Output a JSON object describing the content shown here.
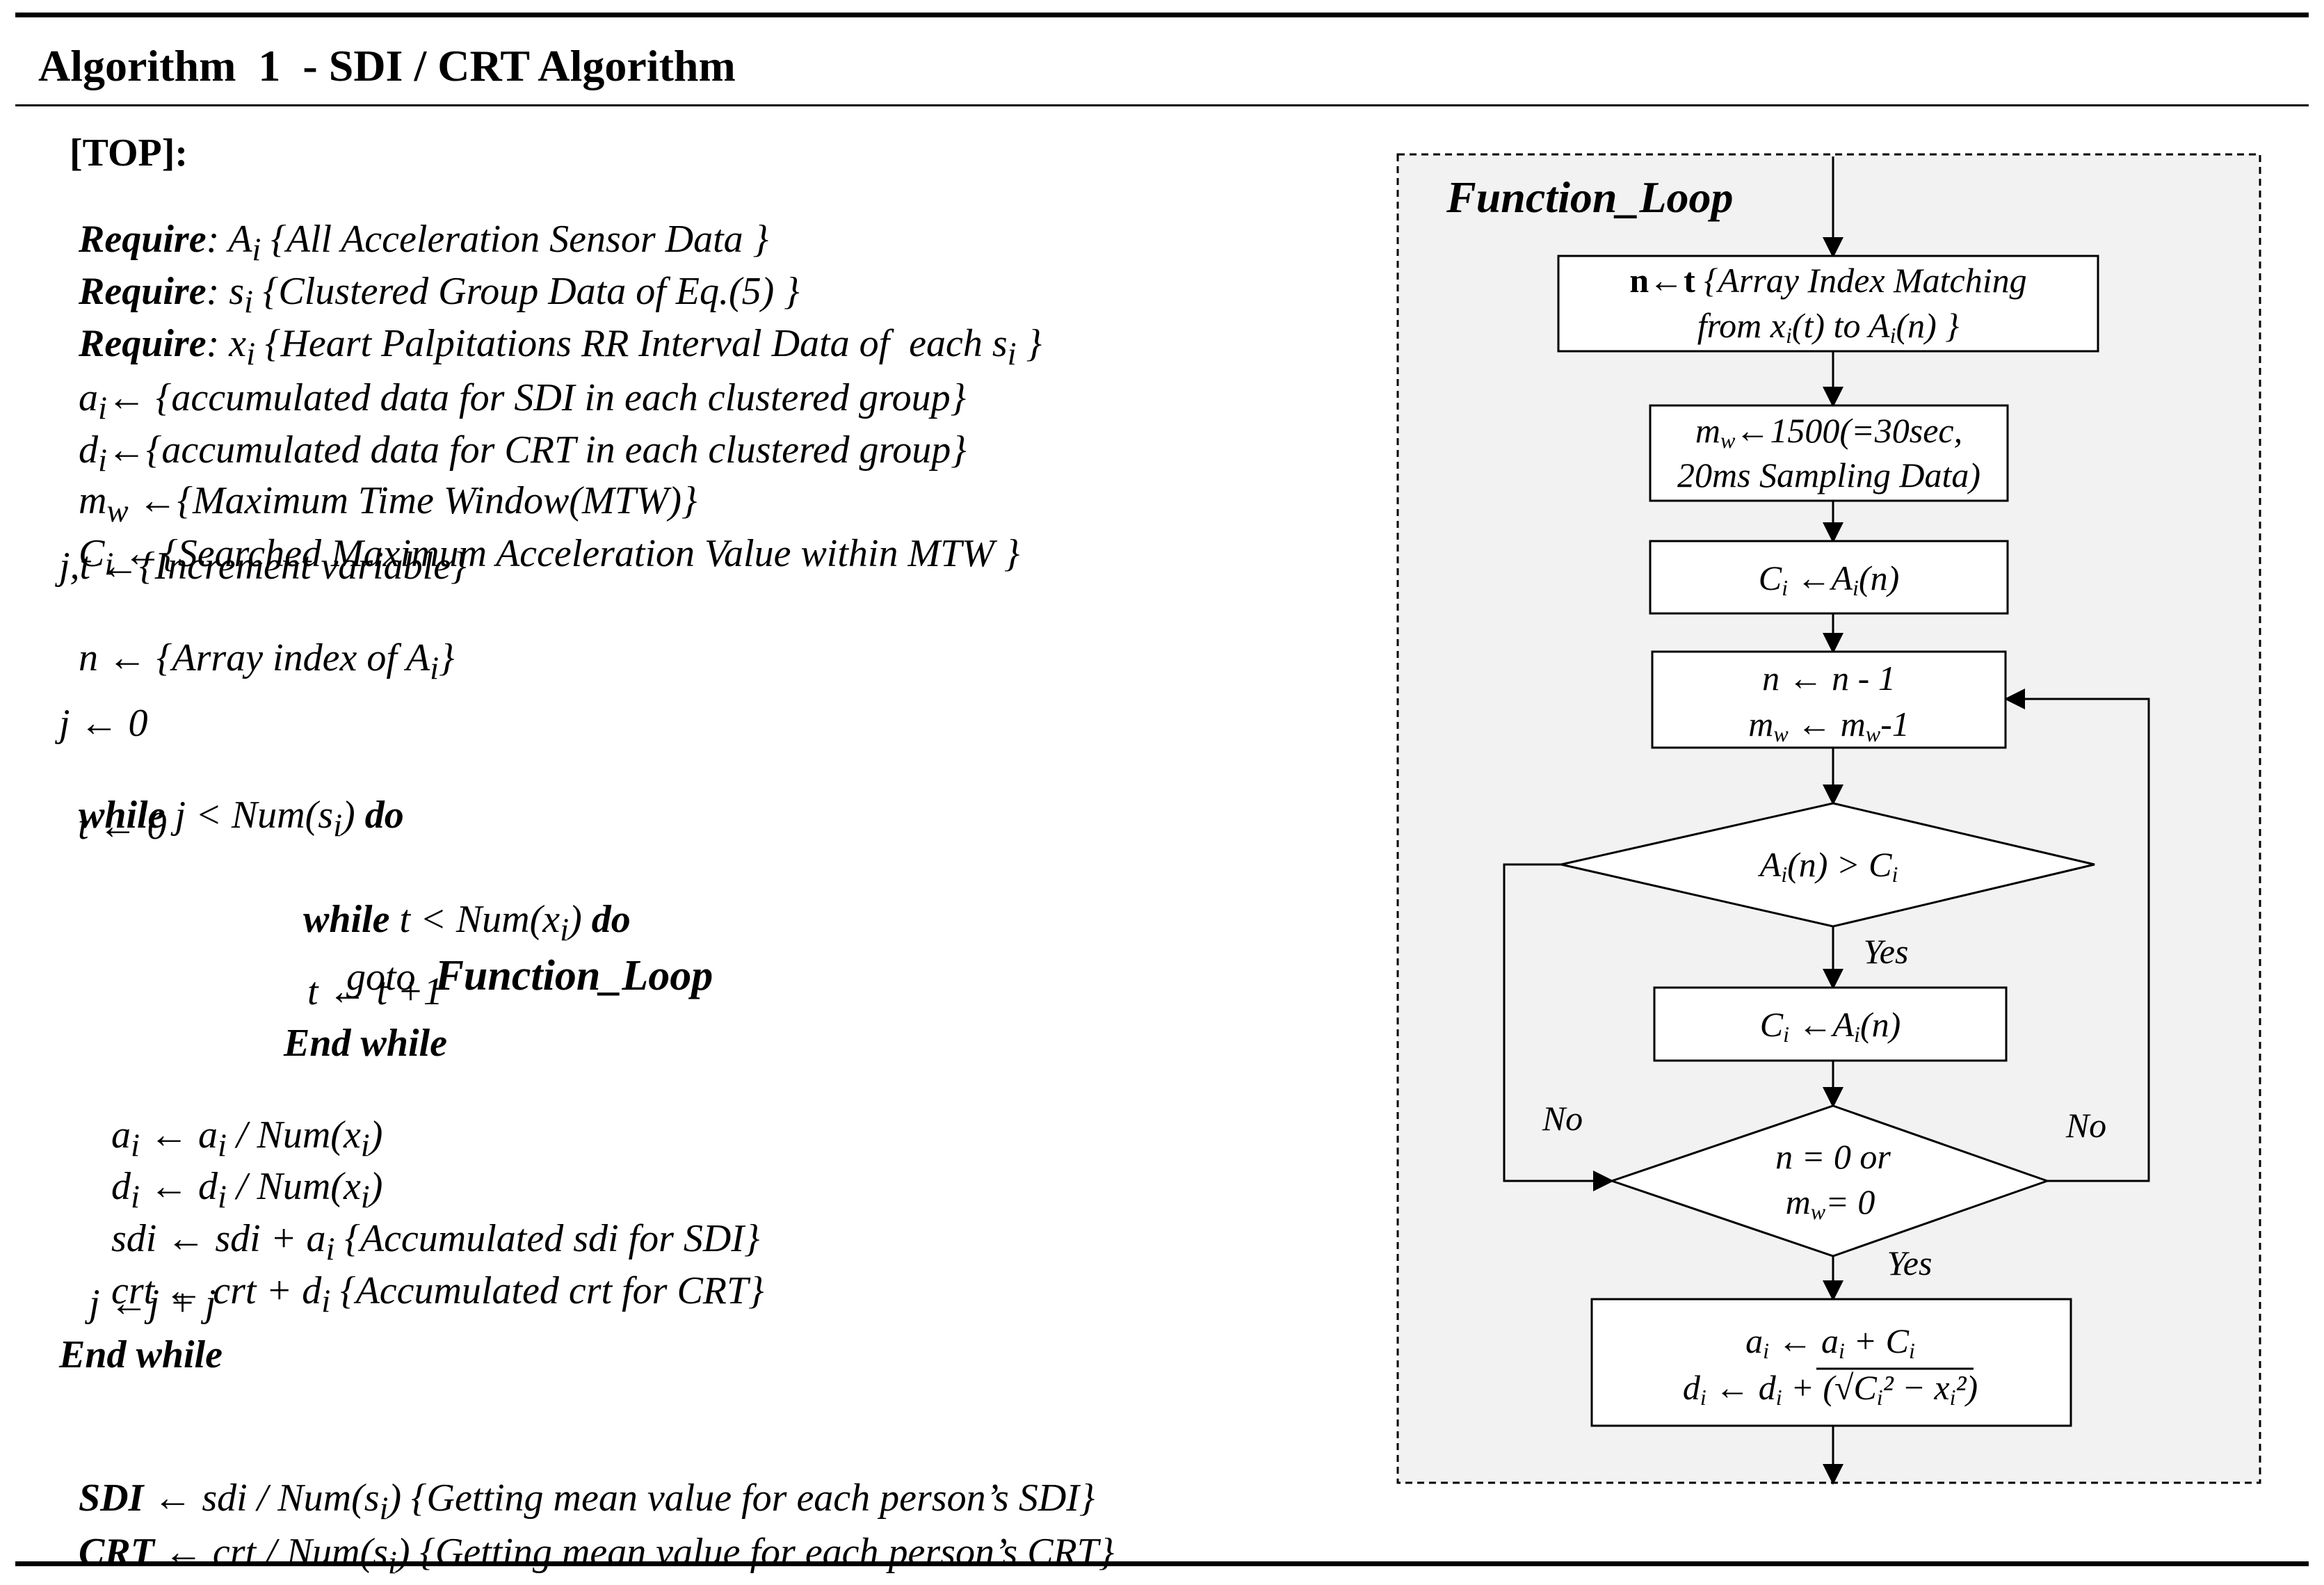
{
  "header": {
    "title": "Algorithm  1  - SDI / CRT Algorithm"
  },
  "algorithm": {
    "top_label": "[TOP]:",
    "require_kw": "Require",
    "require_1": ": A",
    "require_1_sub": "i",
    "require_1_desc": " {All Acceleration Sensor Data }",
    "require_2": ": s",
    "require_2_sub": "i",
    "require_2_desc": " {Clustered Group Data of Eq.(5) }",
    "require_3": ": x",
    "require_3_sub": "i",
    "require_3_desc": " {Heart Palpitations RR Interval Data of  each s",
    "require_3_sub2": "i",
    "require_3_end": " }",
    "def_a": "a",
    "def_a_desc": "← {accumulated data for SDI in each clustered group}",
    "def_d": "d",
    "def_d_desc": "←{accumulated data for CRT in each clustered group}",
    "def_m": "m",
    "def_m_sub": "w",
    "def_m_desc": " ←{Maximum Time Window(MTW)}",
    "def_c": "C",
    "def_c_desc": " ←{Searched Maximum Acceleration Value within MTW }",
    "def_jt": "j,t ←{Increment variable}",
    "def_n": "n ← {Array index of A",
    "def_n_end": "}",
    "j_init": "j ← 0",
    "while_kw": "while",
    "do_kw": " do",
    "while1_cond": " j < Num(s",
    "while1_end": ")",
    "t_init": "t ← 0",
    "while2_cond": " t < Num(x",
    "while2_end": ")",
    "goto_kw": "goto  ",
    "goto_target": "Function_Loop",
    "t_inc": "t ← t +1",
    "end_while": "End while",
    "a_update": "a",
    "a_update_mid": " ← a",
    "a_update_end": " / Num(x",
    "d_update": "d",
    "d_update_mid": " ← d",
    "d_update_end": " / Num(x",
    "close_paren": ")",
    "sdi_line": "sdi ← sdi + a",
    "sdi_desc": " {Accumulated sdi for SDI}",
    "crt_line": "crt ← crt + d",
    "crt_desc": " {Accumulated crt for CRT}",
    "j_inc": "j ←j + j",
    "sdi_kw": "SDI",
    "sdi_final": " ← sdi / Num(s",
    "sdi_final_desc": ") {Getting mean value for each person’s SDI}",
    "crt_kw": "CRT",
    "crt_final": " ← crt / Num(s",
    "crt_final_desc": ") {Getting mean value for each person’s CRT}",
    "sub_i": "i"
  },
  "flowchart": {
    "title": "Function_Loop",
    "box1_line1_bold": "n←t",
    "box1_line1": " {Array Index Matching",
    "box1_line2": "from x",
    "box1_line2b": "(t) to A",
    "box1_line2c": "(n) }",
    "box2_line1": "m",
    "box2_line1b": "←1500(=30sec,",
    "box2_line2": "20ms Sampling Data)",
    "box3": "C",
    "box3b": " ←A",
    "box3c": "(n)",
    "box4_line1": "n ← n - 1",
    "box4_line2": "m",
    "box4_line2b": " ← m",
    "box4_line2c": "-1",
    "dec1": "A",
    "dec1b": "(n) > C",
    "yes1": "Yes",
    "box5": "C",
    "box5b": " ←A",
    "box5c": "(n)",
    "no_left": "No",
    "no_right": "No",
    "dec2_line1": "n = 0  or",
    "dec2_line2": "m",
    "dec2_line2b": "= 0",
    "yes2": "Yes",
    "box6_line1": "a",
    "box6_line1b": " ← a",
    "box6_line1c": " + C",
    "box6_line2": "d",
    "box6_line2b": " ← d",
    "box6_line2c": " + (√C",
    "box6_line2d": "² − x",
    "box6_line2e": "²)",
    "sub_i": "i",
    "sub_w": "w"
  }
}
